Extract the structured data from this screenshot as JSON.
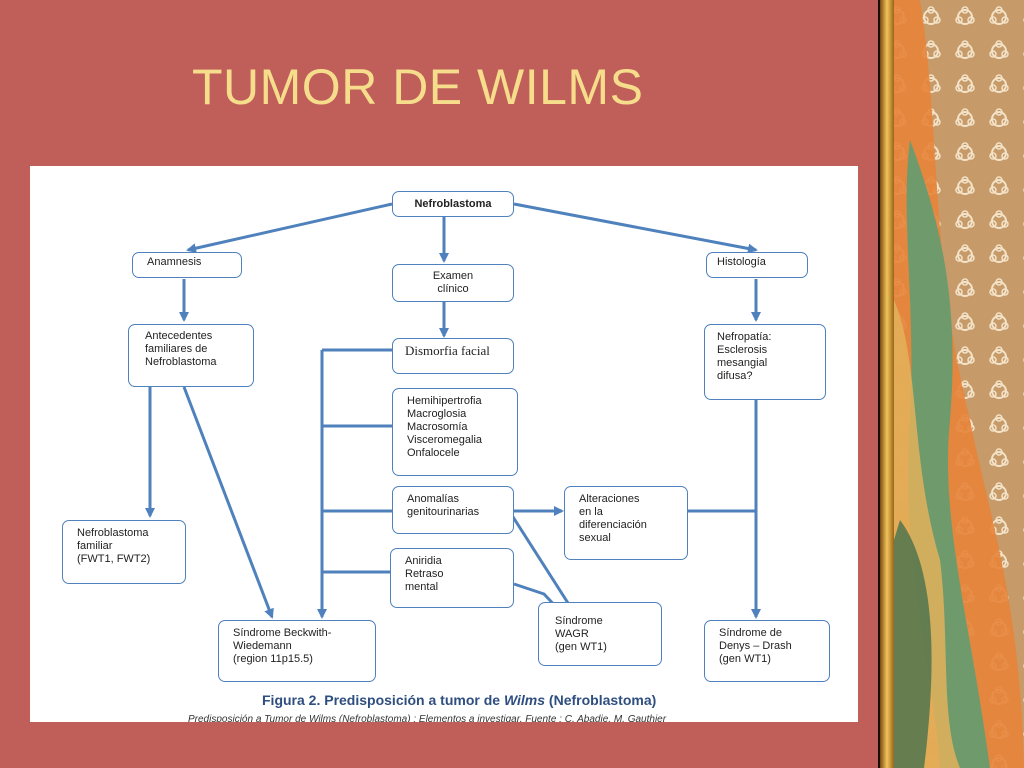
{
  "slide": {
    "title": "TUMOR DE WILMS"
  },
  "diagram": {
    "root": "Nefroblastoma",
    "anamnesis": "Anamnesis",
    "examen": "Examen\nclínico",
    "histologia": "Histología",
    "antecedentes": "Antecedentes\nfamiliares de\nNefroblastoma",
    "dismorfia": "Dismorfia facial",
    "nefropatia": "Nefropatía:\nEsclerosis\nmesangial\ndifusa?",
    "hemihipertrofia": "Hemihipertrofia\nMacroglosia\nMacrosomía\nVisceromegalia\nOnfalocele",
    "anomalias": "Anomalías\ngenitourinarias",
    "alteraciones": "Alteraciones\nen la\ndiferenciación\nsexual",
    "aniridia": "Aniridia\nRetraso\nmental",
    "nefro_familiar": "Nefroblastoma\nfamiliar",
    "nefro_familiar_genes": "(FWT1, FWT2)",
    "beckwith": "Síndrome Beckwith-\nWiedemann",
    "beckwith_region": "(region 11p15.5)",
    "wagr": "Síndrome\nWAGR",
    "wagr_gen": "(gen WT1)",
    "denys": "Síndrome de\nDenys – Drash",
    "denys_gen": "(gen WT1)"
  },
  "caption": {
    "prefix": "Figura 2. Predisposición a tumor de ",
    "italic": "Wilms",
    "suffix": " (Nefroblastoma)",
    "sub": "Predisposición a Tumor de Wilms (Nefroblastoma) : Elementos a investigar. Fuente : C. Abadie, M. Gauthier"
  },
  "colors": {
    "slide_bg": "#c05f5a",
    "title": "#f6dd8c",
    "arrow": "#4f81bd",
    "caption": "#2e4e80"
  }
}
